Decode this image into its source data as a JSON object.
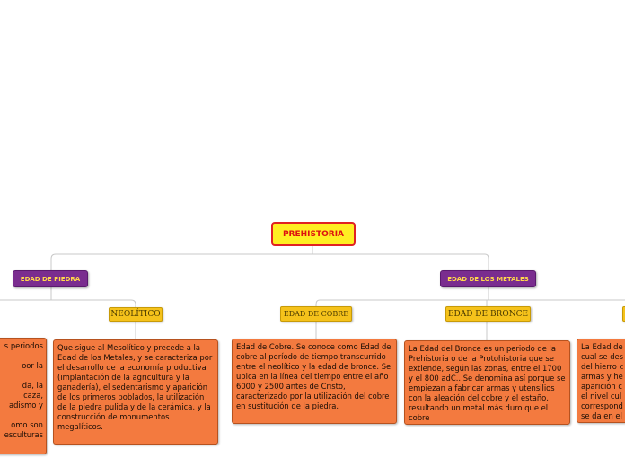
{
  "root": {
    "label": "PREHISTORIA"
  },
  "branches": {
    "piedra": {
      "label": "EDAD DE PIEDRA"
    },
    "metales": {
      "label": "EDAD DE LOS METALES"
    }
  },
  "topics": {
    "neolitico": {
      "label": "NEOLÍTICO"
    },
    "cobre": {
      "label": "EDAD DE COBRE"
    },
    "bronce": {
      "label": "EDAD DE BRONCE"
    }
  },
  "notes": {
    "paleolitico_lines": [
      "s periodos",
      "",
      "oor la",
      "",
      "da, la",
      "caza,",
      "adismo y",
      "",
      "omo son",
      "esculturas"
    ],
    "neolitico": "Que sigue al Mesolítico y precede a la Edad de los Metales, y se caracteriza por el desarrollo de la economía productiva (implantación de la agricultura y la ganadería), el sedentarismo y aparición de los primeros poblados, la utilización de la piedra pulida y de la cerámica, y la construcción de monumentos megalíticos.",
    "cobre": "Edad de Cobre. Se conoce como Edad de cobre al período de tiempo transcurrido entre el neolítico y la edad de bronce. Se ubica en la línea del tiempo entre el año 6000 y 2500 antes de Cristo, caracterizado por la utilización del cobre en sustitución de la piedra.",
    "bronce": "La Edad del Bronce es un periodo de la Prehistoria o de la Protohistoria que se extiende, según las zonas, entre el 1700 y el 800 adC.. Se denomina así porque se empiezan a fabricar armas y utensilios con la aleación del cobre y el estaño, resultando un metal más duro que el cobre",
    "hierro_lines": [
      "La Edad de",
      "cual se des",
      "del hierro c",
      "armas y he",
      "aparición c",
      "el nivel cul",
      "correspond",
      "se da en el"
    ]
  },
  "colors": {
    "root_fill": "#ffee22",
    "root_border": "#e02222",
    "branch_fill": "#7a2d8f",
    "topic_fill": "#f5c21b",
    "note_fill": "#f37a3f",
    "connector": "#c8c8c8"
  }
}
